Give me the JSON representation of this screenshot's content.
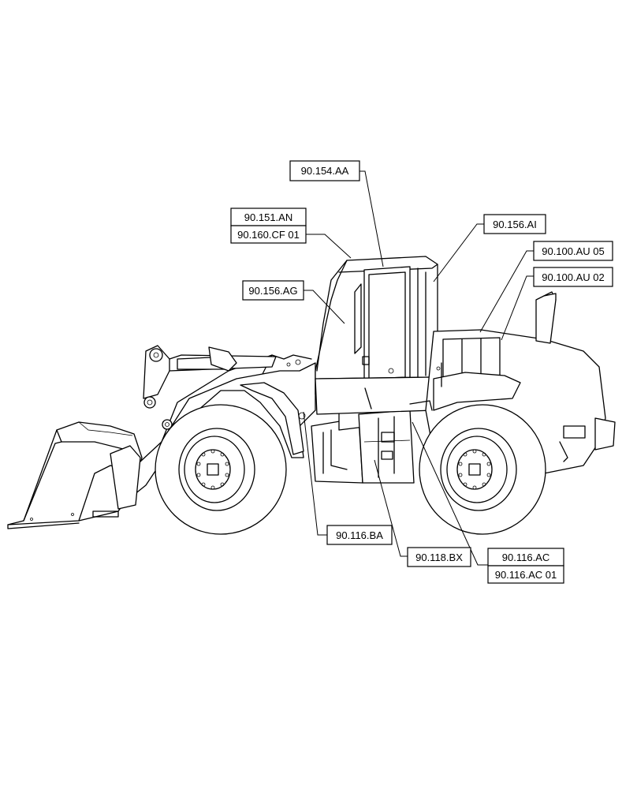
{
  "callouts": {
    "c_154_aa": "90.154.AA",
    "c_151_an": "90.151.AN",
    "c_160_cf01": "90.160.CF 01",
    "c_156_ai": "90.156.AI",
    "c_100_au05": "90.100.AU 05",
    "c_100_au02": "90.100.AU 02",
    "c_156_ag": "90.156.AG",
    "c_116_ba": "90.116.BA",
    "c_118_bx": "90.118.BX",
    "c_116_ac": "90.116.AC",
    "c_116_ac01": "90.116.AC 01"
  }
}
